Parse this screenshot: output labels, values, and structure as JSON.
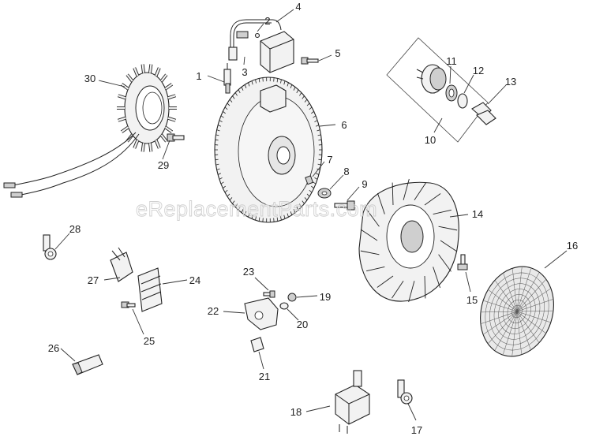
{
  "watermark": "eReplacementParts.com",
  "callouts": [
    {
      "id": "c1",
      "label": "1"
    },
    {
      "id": "c2",
      "label": "2"
    },
    {
      "id": "c3",
      "label": "3"
    },
    {
      "id": "c4",
      "label": "4"
    },
    {
      "id": "c5",
      "label": "5"
    },
    {
      "id": "c6",
      "label": "6"
    },
    {
      "id": "c7",
      "label": "7"
    },
    {
      "id": "c8",
      "label": "8"
    },
    {
      "id": "c9",
      "label": "9"
    },
    {
      "id": "c10",
      "label": "10"
    },
    {
      "id": "c11",
      "label": "11"
    },
    {
      "id": "c12",
      "label": "12"
    },
    {
      "id": "c13",
      "label": "13"
    },
    {
      "id": "c14",
      "label": "14"
    },
    {
      "id": "c15",
      "label": "15"
    },
    {
      "id": "c16",
      "label": "16"
    },
    {
      "id": "c17",
      "label": "17"
    },
    {
      "id": "c18",
      "label": "18"
    },
    {
      "id": "c19",
      "label": "19"
    },
    {
      "id": "c20",
      "label": "20"
    },
    {
      "id": "c21",
      "label": "21"
    },
    {
      "id": "c22",
      "label": "22"
    },
    {
      "id": "c23",
      "label": "23"
    },
    {
      "id": "c24",
      "label": "24"
    },
    {
      "id": "c25",
      "label": "25"
    },
    {
      "id": "c26",
      "label": "26"
    },
    {
      "id": "c27",
      "label": "27"
    },
    {
      "id": "c28",
      "label": "28"
    },
    {
      "id": "c29",
      "label": "29"
    },
    {
      "id": "c30",
      "label": "30"
    }
  ]
}
